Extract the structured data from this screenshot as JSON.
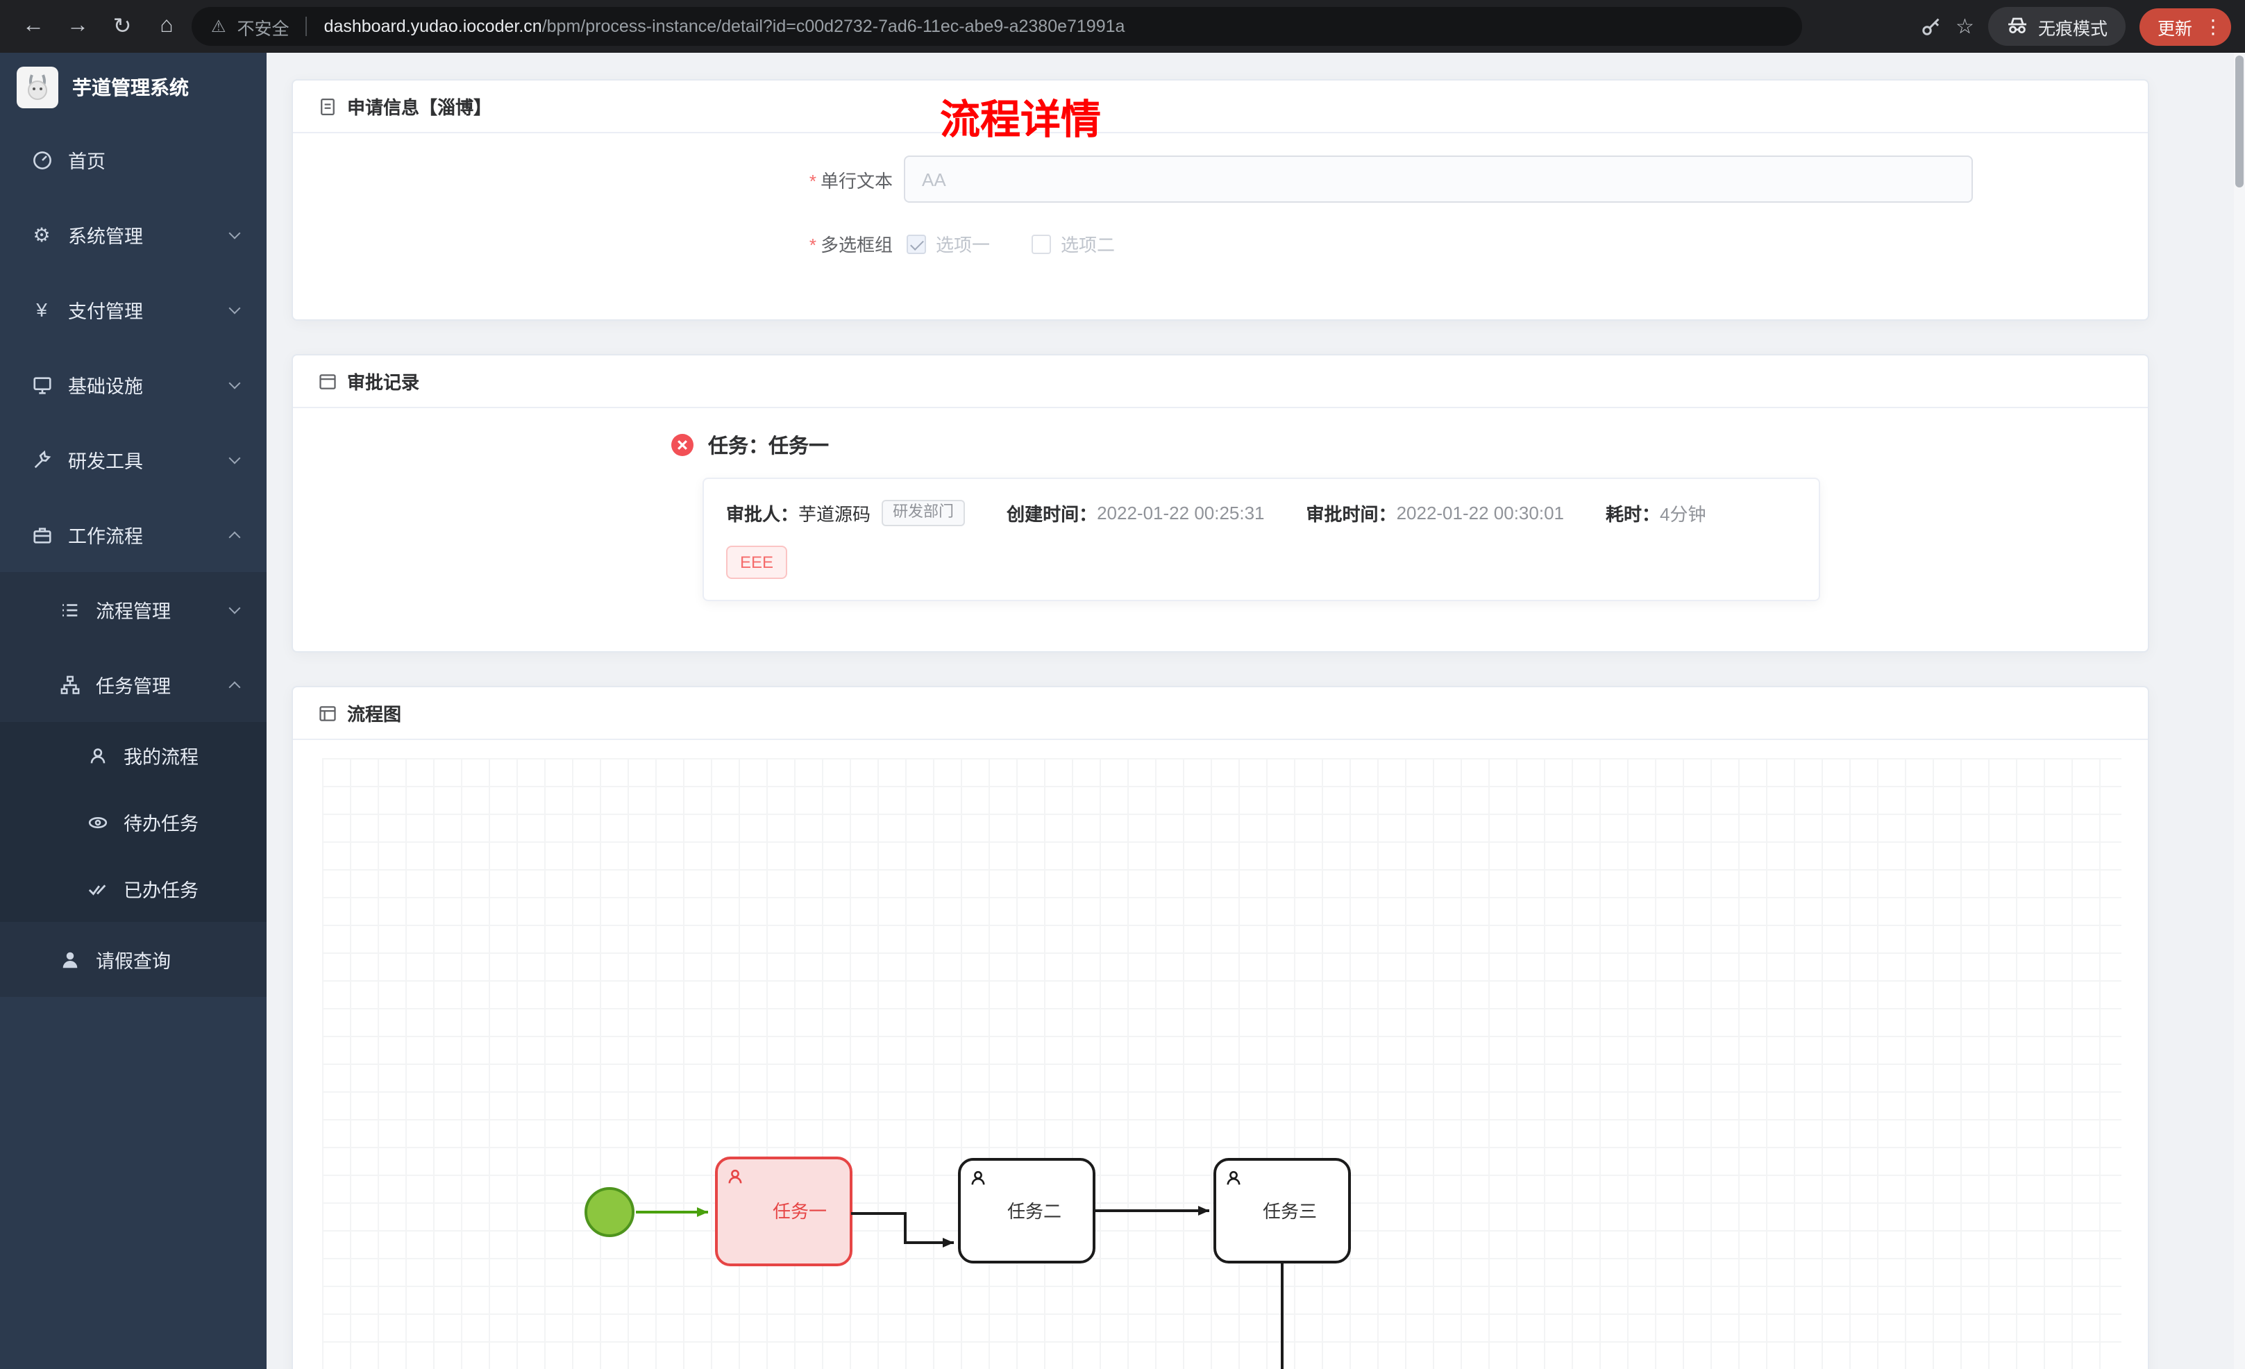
{
  "browser": {
    "security_label": "不安全",
    "url_domain": "dashboard.yudao.iocoder.cn",
    "url_path": "/bpm/process-instance/detail?id=c00d2732-7ad6-11ec-abe9-a2380e71991a",
    "incognito_label": "无痕模式",
    "update_label": "更新"
  },
  "sidebar": {
    "app_title": "芋道管理系统",
    "items": [
      {
        "label": "首页",
        "icon": "dashboard"
      },
      {
        "label": "系统管理",
        "icon": "gear"
      },
      {
        "label": "支付管理",
        "icon": "yen"
      },
      {
        "label": "基础设施",
        "icon": "infrastructure"
      },
      {
        "label": "研发工具",
        "icon": "tools"
      },
      {
        "label": "工作流程",
        "icon": "workflow",
        "expanded": true
      }
    ],
    "workflow_children": [
      {
        "label": "流程管理",
        "icon": "process-list"
      },
      {
        "label": "任务管理",
        "icon": "task-tree",
        "expanded": true
      },
      {
        "label": "请假查询",
        "icon": "person"
      }
    ],
    "task_children": [
      {
        "label": "我的流程",
        "icon": "my-process"
      },
      {
        "label": "待办任务",
        "icon": "eye"
      },
      {
        "label": "已办任务",
        "icon": "double-check"
      }
    ]
  },
  "page": {
    "title": "流程详情"
  },
  "apply_card": {
    "title": "申请信息【淄博】",
    "field_text": {
      "required_mark": "*",
      "label": "单行文本",
      "value": "AA"
    },
    "field_checkbox": {
      "required_mark": "*",
      "label": "多选框组",
      "options": [
        {
          "label": "选项一",
          "checked": true
        },
        {
          "label": "选项二",
          "checked": false
        }
      ]
    }
  },
  "approval_card": {
    "title": "审批记录",
    "task": {
      "title": "任务：任务一",
      "status": "rejected",
      "approver_label": "审批人：",
      "approver": "芋道源码",
      "dept_tag": "研发部门",
      "create_label": "创建时间：",
      "create_time": "2022-01-22 00:25:31",
      "approve_label": "审批时间：",
      "approve_time": "2022-01-22 00:30:01",
      "duration_label": "耗时：",
      "duration": "4分钟",
      "comment_tag": "EEE"
    }
  },
  "diagram_card": {
    "title": "流程图",
    "nodes": {
      "start": "开始事件",
      "task1": "任务一",
      "task2": "任务二",
      "task3": "任务三"
    },
    "colors": {
      "highlight_red": "#e64545",
      "highlight_green": "#4aa10e"
    }
  }
}
